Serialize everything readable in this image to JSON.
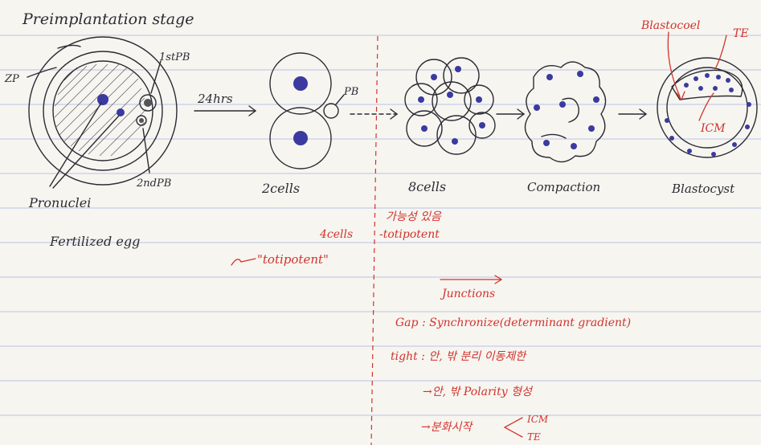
{
  "title": "Preimplantation stage",
  "stages": {
    "zygote": {
      "zp_label": "ZP",
      "first_pb_label": "1stPB",
      "second_pb_label": "2ndPB",
      "pronuclei_label": "Pronuclei",
      "caption": "Fertilized egg"
    },
    "arrow_24hrs": "24hrs",
    "two_cell": {
      "pb_label": "PB",
      "caption": "2cells"
    },
    "eight_cell": {
      "caption": "8cells"
    },
    "compaction": {
      "caption": "Compaction"
    },
    "blastocyst": {
      "caption": "Blastocyst",
      "blastocoel_label": "Blastocoel",
      "te_label": "TE",
      "icm_label": "ICM"
    }
  },
  "notes": {
    "four_cells": "4cells",
    "totipotent_quote": "\"totipotent\"",
    "korean_possible": "가능성 있음",
    "totipotent_dash": "-totipotent",
    "junctions": "Junctions",
    "gap": "Gap : Synchronize(determinant gradient)",
    "tight": "tight : 안, 밖 분리 이동제한",
    "polarity": "→안, 밖 Polarity 형성",
    "differentiation": "→분화시작",
    "diff_icm": "ICM",
    "diff_te": "TE"
  },
  "colors": {
    "paper": "#f7f5f0",
    "rule_line": "#b9c3e6",
    "ink": "#2b2b33",
    "red_ink": "#d2322d",
    "nucleus": "#3a3aa0"
  }
}
